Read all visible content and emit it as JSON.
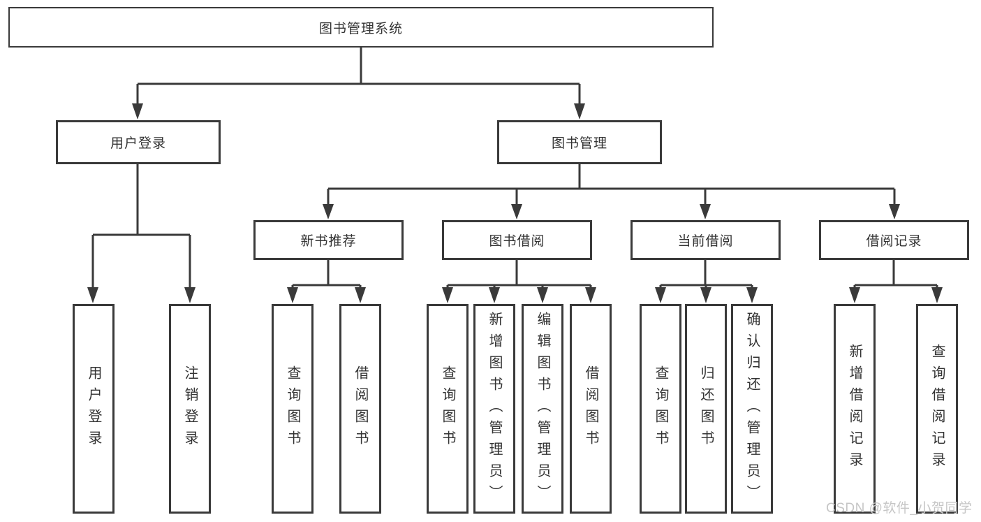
{
  "colors": {
    "line": "#3a3a3a",
    "box_border": "#3a3a3a",
    "text": "#333333",
    "watermark": "#c6c6c6",
    "background": "#ffffff"
  },
  "watermark": {
    "text": "CSDN @软件_小贺同学"
  },
  "tree": {
    "root": {
      "label": "图书管理系统"
    },
    "branches": [
      {
        "label": "用户登录",
        "children": [
          {
            "label": "用户登录"
          },
          {
            "label": "注销登录"
          }
        ]
      },
      {
        "label": "图书管理",
        "children": [
          {
            "label": "新书推荐",
            "children": [
              {
                "label": "查询图书"
              },
              {
                "label": "借阅图书"
              }
            ]
          },
          {
            "label": "图书借阅",
            "children": [
              {
                "label": "查询图书"
              },
              {
                "label": "新增图书（管理员）"
              },
              {
                "label": "编辑图书（管理员）"
              },
              {
                "label": "借阅图书"
              }
            ]
          },
          {
            "label": "当前借阅",
            "children": [
              {
                "label": "查询图书"
              },
              {
                "label": "归还图书"
              },
              {
                "label": "确认归还（管理员）"
              }
            ]
          },
          {
            "label": "借阅记录",
            "children": [
              {
                "label": "新增借阅记录"
              },
              {
                "label": "查询借阅记录"
              }
            ]
          }
        ]
      }
    ]
  }
}
